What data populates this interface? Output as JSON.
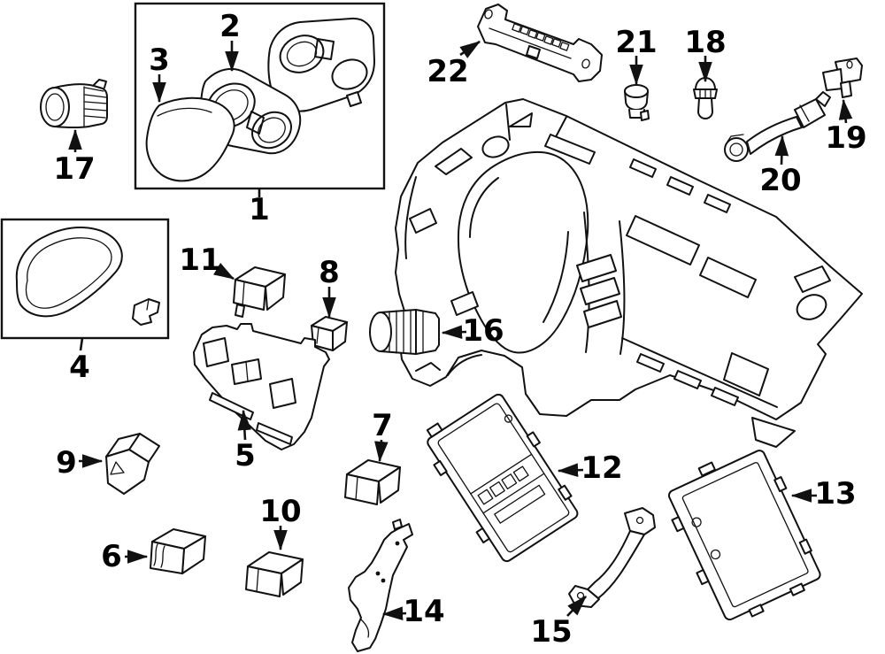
{
  "diagram": {
    "background_color": "#ffffff",
    "line_color": "#111111",
    "callout_color": "#000000",
    "callouts": [
      {
        "number": "1"
      },
      {
        "number": "2"
      },
      {
        "number": "3"
      },
      {
        "number": "4"
      },
      {
        "number": "5"
      },
      {
        "number": "6"
      },
      {
        "number": "7"
      },
      {
        "number": "8"
      },
      {
        "number": "9"
      },
      {
        "number": "10"
      },
      {
        "number": "11"
      },
      {
        "number": "12"
      },
      {
        "number": "13"
      },
      {
        "number": "14"
      },
      {
        "number": "15"
      },
      {
        "number": "16"
      },
      {
        "number": "17"
      },
      {
        "number": "18"
      },
      {
        "number": "19"
      },
      {
        "number": "20"
      },
      {
        "number": "21"
      },
      {
        "number": "22"
      }
    ]
  }
}
